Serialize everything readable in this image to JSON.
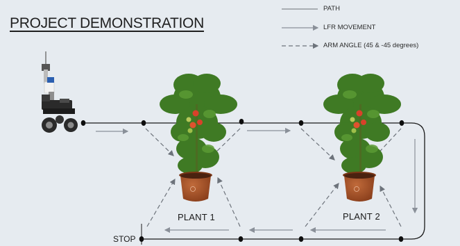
{
  "title": "PROJECT DEMONSTRATION",
  "legend": {
    "path": "PATH",
    "lfr_movement": "LFR MOVEMENT",
    "arm_angle": "ARM ANGLE (45 & -45 degrees)"
  },
  "plants": [
    {
      "label": "PLANT 1"
    },
    {
      "label": "PLANT 2"
    }
  ],
  "stop_label": "STOP",
  "colors": {
    "background": "#e6ebf0",
    "path_line": "#1a1a1a",
    "movement_arrow": "#8a9099",
    "node": "#0d0d0d",
    "pot": "#a0522d",
    "foliage": "#3f7a24",
    "tomato": "#d9412a"
  },
  "icons": {
    "robot": "line-follower-robot-icon",
    "plant": "tomato-plant-icon"
  }
}
